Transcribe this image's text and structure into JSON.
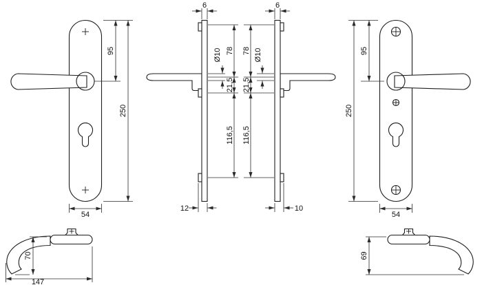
{
  "colors": {
    "line": "#1c1c1c",
    "dim": "#2b2b2b",
    "background": "#ffffff"
  },
  "views": {
    "front_left": {
      "dims": {
        "h95": "95",
        "h250": "250",
        "w54": "54"
      }
    },
    "side_left": {
      "dims": {
        "t6": "6",
        "d10": "Ø10",
        "l78": "78",
        "l21_5": "21,5",
        "l116_5": "116,5",
        "b12": "12"
      }
    },
    "side_right": {
      "dims": {
        "t6": "6",
        "d10": "Ø10",
        "l78": "78",
        "l21_5": "21,5",
        "l116_5": "116,5",
        "b10": "10"
      }
    },
    "front_right": {
      "dims": {
        "h95": "95",
        "h250": "250",
        "w54": "54"
      }
    },
    "handle_top_left": {
      "dims": {
        "v70": "70",
        "w147": "147"
      }
    },
    "handle_top_right": {
      "dims": {
        "v69": "69"
      }
    }
  }
}
